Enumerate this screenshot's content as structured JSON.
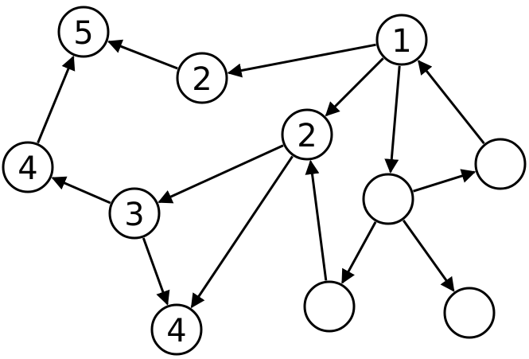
{
  "diagram": {
    "nodes": [
      {
        "id": "a",
        "label": "5"
      },
      {
        "id": "b",
        "label": "2"
      },
      {
        "id": "c",
        "label": "1"
      },
      {
        "id": "d",
        "label": "2"
      },
      {
        "id": "e",
        "label": "4"
      },
      {
        "id": "f",
        "label": "3"
      },
      {
        "id": "g",
        "label": ""
      },
      {
        "id": "h",
        "label": ""
      },
      {
        "id": "i",
        "label": "4"
      },
      {
        "id": "j",
        "label": ""
      },
      {
        "id": "k",
        "label": ""
      }
    ],
    "edges": [
      {
        "from": "c",
        "to": "b"
      },
      {
        "from": "b",
        "to": "a"
      },
      {
        "from": "c",
        "to": "d"
      },
      {
        "from": "c",
        "to": "h"
      },
      {
        "from": "g",
        "to": "c"
      },
      {
        "from": "d",
        "to": "f"
      },
      {
        "from": "d",
        "to": "i"
      },
      {
        "from": "f",
        "to": "e"
      },
      {
        "from": "e",
        "to": "a"
      },
      {
        "from": "f",
        "to": "i"
      },
      {
        "from": "j",
        "to": "d"
      },
      {
        "from": "h",
        "to": "g"
      },
      {
        "from": "h",
        "to": "j"
      },
      {
        "from": "h",
        "to": "k"
      }
    ]
  }
}
